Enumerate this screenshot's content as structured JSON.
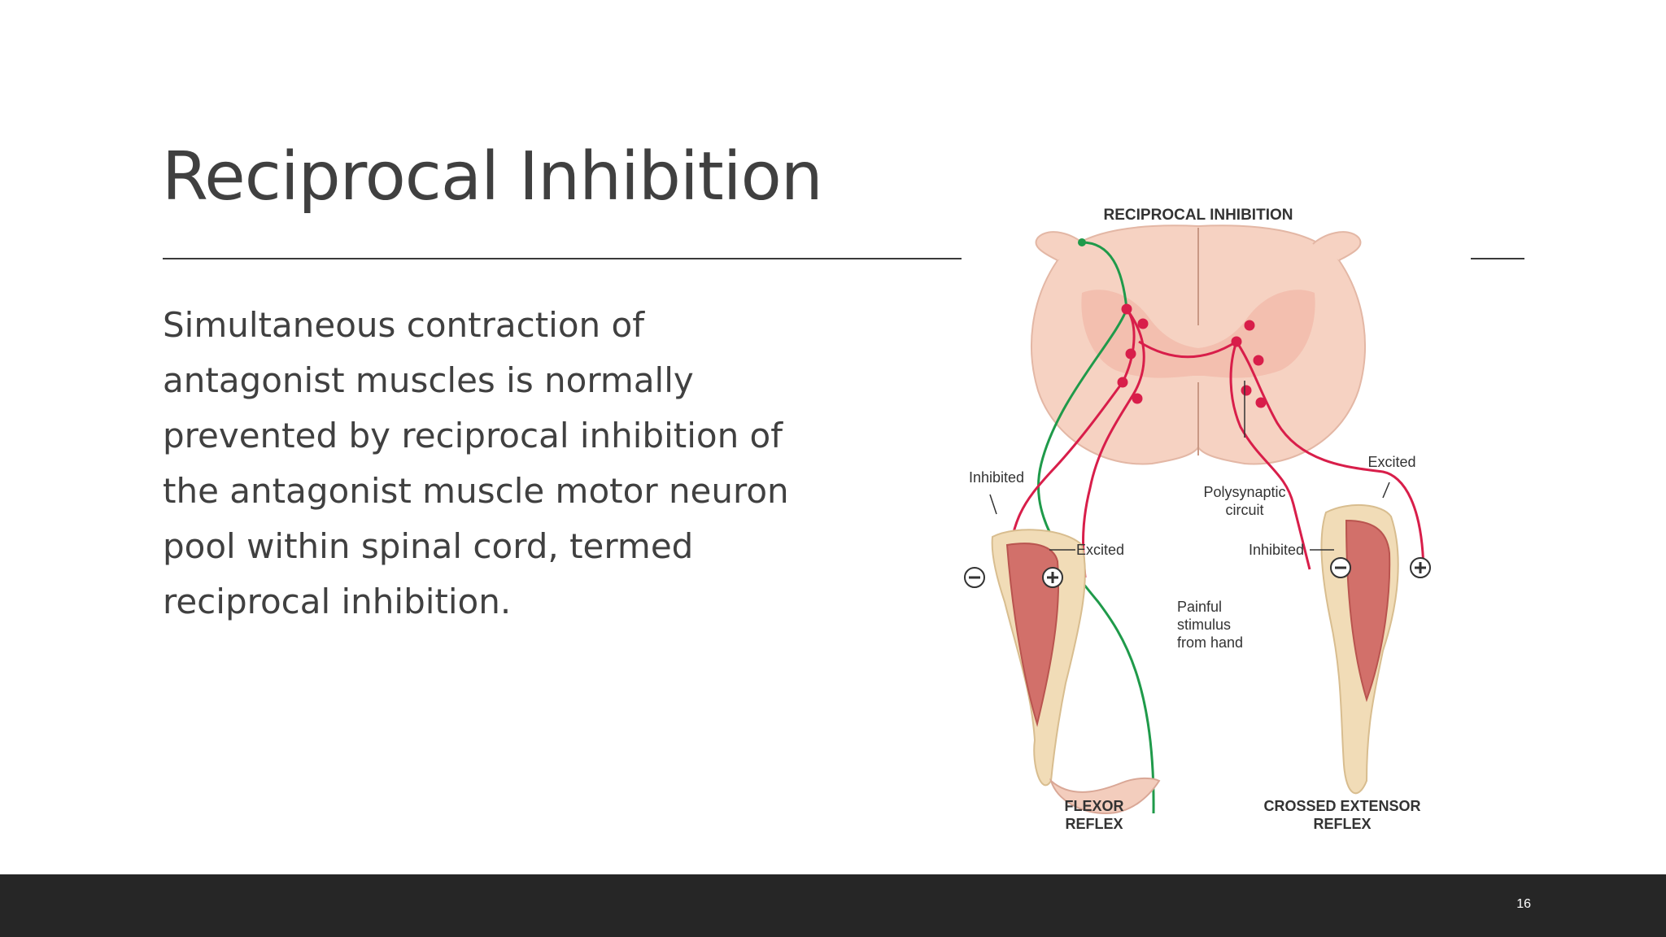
{
  "slide": {
    "title": "Reciprocal Inhibition",
    "body_lines": [
      "Simultaneous contraction of",
      "antagonist muscles is normally",
      "prevented by reciprocal inhibition of",
      "the antagonist muscle motor neuron",
      "pool within spinal cord, termed",
      "reciprocal inhibition."
    ],
    "page_number": "16"
  },
  "figure": {
    "title": "RECIPROCAL INHIBITION",
    "labels": {
      "inhibited_left": "Inhibited",
      "excited_left": "Excited",
      "polysynaptic_1": "Polysynaptic",
      "polysynaptic_2": "circuit",
      "excited_right": "Excited",
      "inhibited_right": "Inhibited",
      "painful_1": "Painful",
      "painful_2": "stimulus",
      "painful_3": "from hand",
      "flexor_1": "FLEXOR",
      "flexor_2": "REFLEX",
      "crossed_1": "CROSSED EXTENSOR",
      "crossed_2": "REFLEX"
    },
    "colors": {
      "spinal_cord": "#f6d2c2",
      "grey_matter": "#f2b8a8",
      "motor_neuron": "#d81e4a",
      "sensory_neuron": "#1f9a4a",
      "muscle": "#d2706a",
      "bone": "#f1dcb7"
    },
    "icons": [
      "minus-circle-icon",
      "plus-circle-icon"
    ]
  }
}
